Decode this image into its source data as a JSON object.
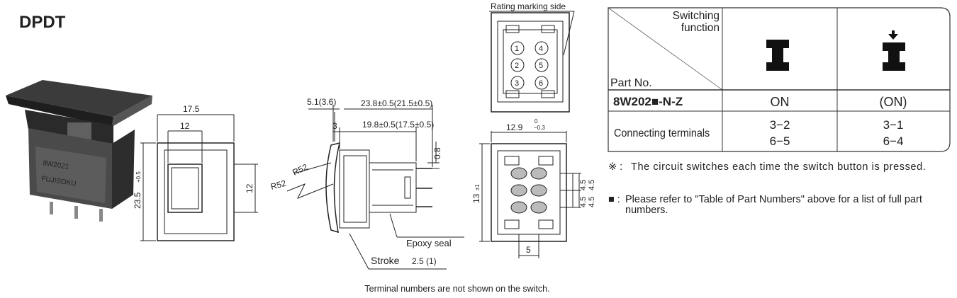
{
  "title": "DPDT",
  "photo": {
    "marking_line1": "8W2021",
    "marking_line2": "FUJISOKU"
  },
  "front_view": {
    "outer_width": "17.5",
    "inner_width": "12",
    "height": "23.5",
    "height_tol": "+0.5",
    "button_height": "12"
  },
  "side_view": {
    "dim_top_left": "5.1(3.6)",
    "dim_top_right": "23.8±0.5(21.5±0.5)",
    "dim_3": "3",
    "dim_body": "19.8±0.5(17.5±0.5)",
    "dim_terminal": "0.8",
    "radius_1": "R52",
    "radius_2": "R52",
    "epoxy_label": "Epoxy seal",
    "stroke_label": "Stroke",
    "stroke_value": "2.5 (1)"
  },
  "terminal_view": {
    "rating_label": "Rating marking side",
    "terminals": [
      "1",
      "4",
      "2",
      "5",
      "3",
      "6"
    ]
  },
  "bottom_view": {
    "width": "12.9",
    "width_tol_upper": "0",
    "width_tol_lower": "−0.3",
    "height": "13",
    "height_tol": "±1",
    "pitch1": "4.5",
    "pitch2": "4.5",
    "pitch3": "4.5",
    "pitch4": "4.5",
    "spacing": "5"
  },
  "table": {
    "header_function": "Switching function",
    "header_part": "Part No.",
    "part_no": "8W202■-N-Z",
    "state_1": "ON",
    "state_2": "(ON)",
    "connecting_label": "Connecting terminals",
    "col1_line1": "3−2",
    "col1_line2": "6−5",
    "col2_line1": "3−1",
    "col2_line2": "6−4"
  },
  "notes": {
    "note1_mark": "※ :",
    "note1_text": "The circuit switches each time the switch button is pressed.",
    "note2_mark": "■ :",
    "note2_text": "Please refer to \"Table of Part Numbers\" above for a list of full part numbers."
  },
  "caption": "Terminal numbers are not shown on the switch."
}
